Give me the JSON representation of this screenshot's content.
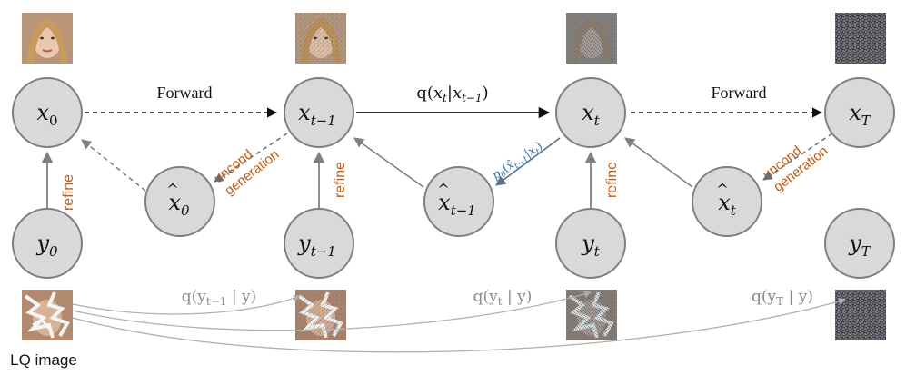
{
  "nodes": {
    "x0": {
      "base": "x",
      "sub": "0",
      "hat": false
    },
    "xt_minus_1": {
      "base": "x",
      "sub": "t−1",
      "hat": false
    },
    "xt": {
      "base": "x",
      "sub": "t",
      "hat": false
    },
    "xT": {
      "base": "x",
      "sub": "T",
      "hat": false
    },
    "xhat0": {
      "base": "x",
      "sub": "0",
      "hat": true
    },
    "xhat_t_minus_1": {
      "base": "x",
      "sub": "t−1",
      "hat": true
    },
    "xhat_t": {
      "base": "x",
      "sub": "t",
      "hat": true
    },
    "y0": {
      "base": "y",
      "sub": "0",
      "hat": false
    },
    "yt_minus_1": {
      "base": "y",
      "sub": "t−1",
      "hat": false
    },
    "yt": {
      "base": "y",
      "sub": "t",
      "hat": false
    },
    "yT": {
      "base": "y",
      "sub": "T",
      "hat": false
    }
  },
  "labels": {
    "forward_left": "Forward",
    "forward_right": "Forward",
    "transition": "q(xt|xt−1)",
    "transition_parts": {
      "q": "q(",
      "x1": "x",
      "s1": "t",
      "bar": "|",
      "x2": "x",
      "s2": "t−1",
      "close": ")"
    },
    "reverse": {
      "p": "p",
      "theta": "θ",
      "open": "(",
      "xhat": "x̂",
      "s1": "t−1",
      "bar": "|",
      "x": "x",
      "s2": "t",
      "close": ")"
    },
    "refine": "refine",
    "uncond_line1": "uncond",
    "uncond_line2": "generation",
    "q_y_t_minus_1": {
      "pre": "q(y",
      "sub": "t−1",
      "post": " | y)"
    },
    "q_y_t": {
      "pre": "q(y",
      "sub": "t",
      "post": " | y)"
    },
    "q_y_T": {
      "pre": "q(y",
      "sub": "T",
      "post": " | y)"
    },
    "lq_caption": "LQ image"
  },
  "colors": {
    "node_fill": "#d9d9d9",
    "node_stroke": "#7f7f7f",
    "orange_text": "#c55a11",
    "blue_text": "#2e75b6",
    "grey_text": "#8c8c8c",
    "arrow_dark": "#111111",
    "arrow_grey": "#808080"
  },
  "images": {
    "face_clean": "face-photo",
    "face_slight_noise": "face-photo-noisy",
    "face_heavy_noise": "face-photo-very-noisy",
    "pure_noise": "noise-image",
    "lq_masked": "masked-face-photo"
  }
}
